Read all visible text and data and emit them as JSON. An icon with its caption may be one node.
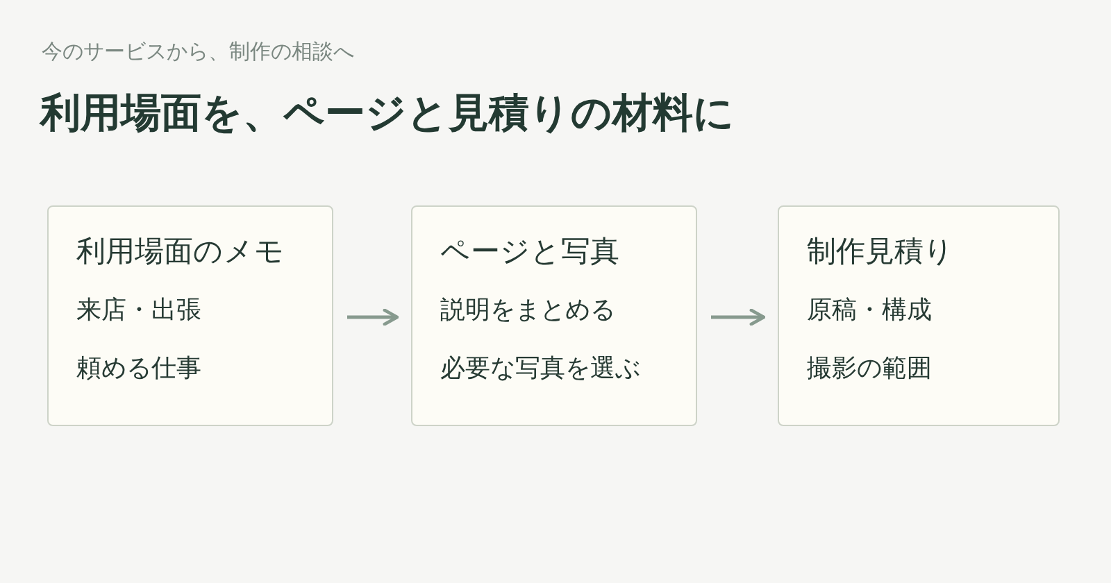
{
  "diagram": {
    "title": "利用場面を、ページと見積りの材料に",
    "labels": [
      "今のサービスから、制作の相談へ"
    ],
    "nodes": [
      {
        "text": [
          "利用場面のメモ",
          "来店・出張",
          "頼める仕事"
        ]
      },
      {
        "text": [
          "ページと写真",
          "説明をまとめる",
          "必要な写真を選ぶ"
        ]
      },
      {
        "text": [
          "制作見積り",
          "原稿・構成",
          "撮影の範囲"
        ]
      }
    ],
    "edges": [
      {
        "from": 0,
        "to": 1,
        "arrow": "to"
      },
      {
        "from": 1,
        "to": 2,
        "arrow": "to"
      }
    ]
  }
}
